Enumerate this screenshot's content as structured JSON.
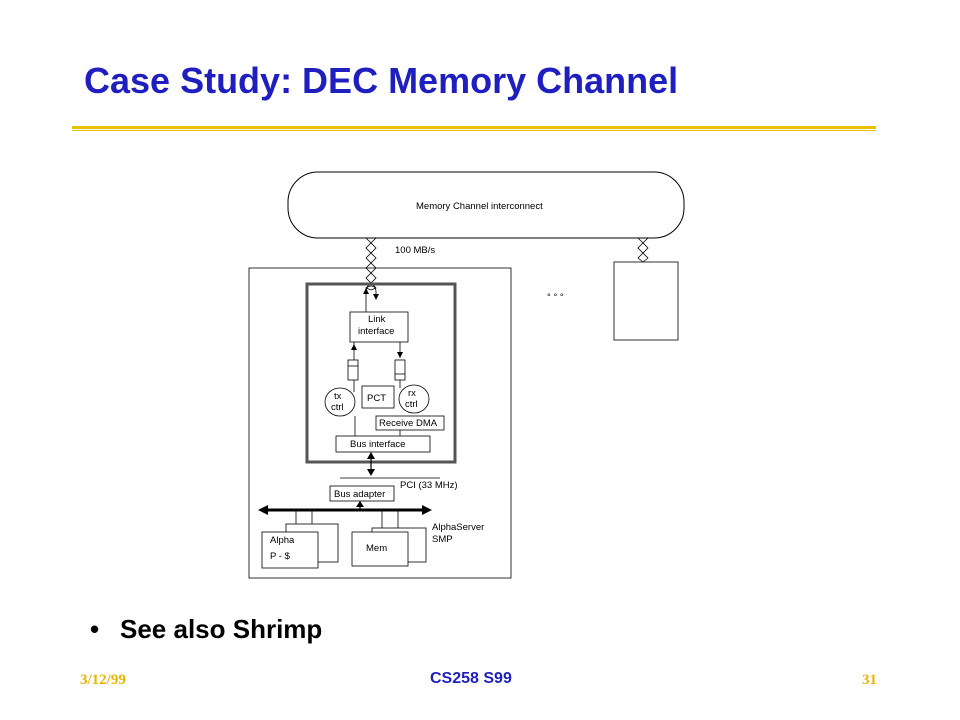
{
  "slide": {
    "title": "Case Study: DEC Memory Channel",
    "bullet": "See also Shrimp",
    "bullet_marker": "•"
  },
  "diagram": {
    "interconnect": "Memory Channel interconnect",
    "bandwidth": "100 MB/s",
    "ellipsis": "° ° °",
    "link_interface_line1": "Link",
    "link_interface_line2": "interface",
    "tx_line1": "tx",
    "tx_line2": "ctrl",
    "pct": "PCT",
    "rx_line1": "rx",
    "rx_line2": "ctrl",
    "receive_dma": "Receive DMA",
    "bus_interface": "Bus interface",
    "pci": "PCI (33 MHz)",
    "bus_adapter": "Bus adapter",
    "alpha_line1": "Alpha",
    "alpha_line2": "P - $",
    "mem": "Mem",
    "server_line1": "AlphaServer",
    "server_line2": "SMP"
  },
  "footer": {
    "date": "3/12/99",
    "course": "CS258 S99",
    "page": "31"
  },
  "colors": {
    "title": "#1f1fbf",
    "rule": "#e8c200",
    "footer_accent": "#e8b400"
  }
}
